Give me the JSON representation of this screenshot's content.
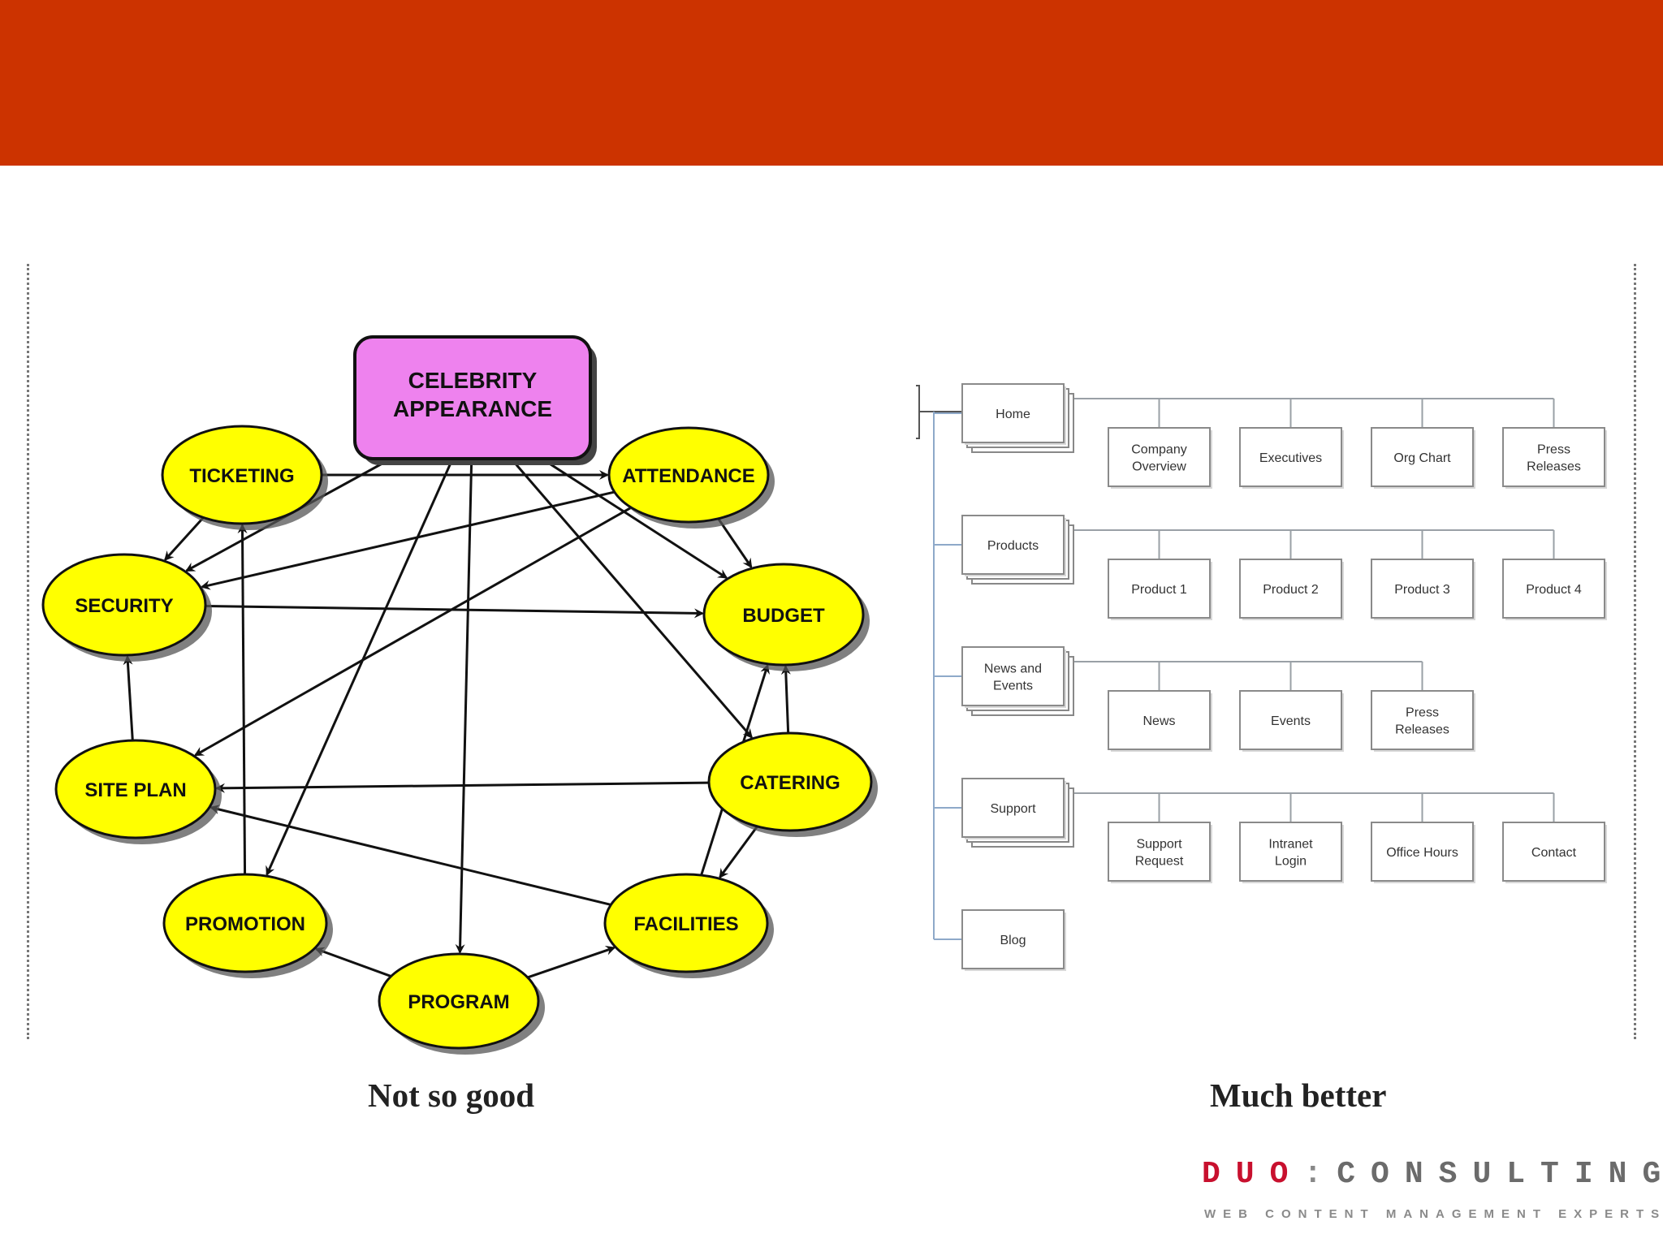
{
  "colors": {
    "banner": "#cc3300",
    "node_fill": "#ffff00",
    "root_fill": "#ee82ee",
    "arrow": "#111111",
    "tree_line_primary": "#8ea9c9",
    "tree_line_secondary": "#9aa0a6",
    "logo_red": "#c8102e",
    "logo_gray": "#6b6b6b"
  },
  "left_diagram": {
    "root": "CELEBRITY APPEARANCE",
    "nodes": [
      "TICKETING",
      "ATTENDANCE",
      "SECURITY",
      "BUDGET",
      "SITE PLAN",
      "CATERING",
      "PROMOTION",
      "FACILITIES",
      "PROGRAM"
    ]
  },
  "right_diagram": {
    "sections": [
      {
        "label": "Home",
        "children": [
          "Company Overview",
          "Executives",
          "Org Chart",
          "Press Releases"
        ]
      },
      {
        "label": "Products",
        "children": [
          "Product 1",
          "Product 2",
          "Product 3",
          "Product 4"
        ]
      },
      {
        "label": "News and Events",
        "children": [
          "News",
          "Events",
          "Press Releases"
        ]
      },
      {
        "label": "Support",
        "children": [
          "Support Request",
          "Intranet Login",
          "Office Hours",
          "Contact"
        ]
      },
      {
        "label": "Blog",
        "children": []
      }
    ]
  },
  "captions": {
    "left": "Not so good",
    "right": "Much better"
  },
  "logo": {
    "duo": "DUO",
    "separator": ":",
    "consulting": "CONSULTING",
    "tagline": "WEB CONTENT MANAGEMENT EXPERTS"
  }
}
